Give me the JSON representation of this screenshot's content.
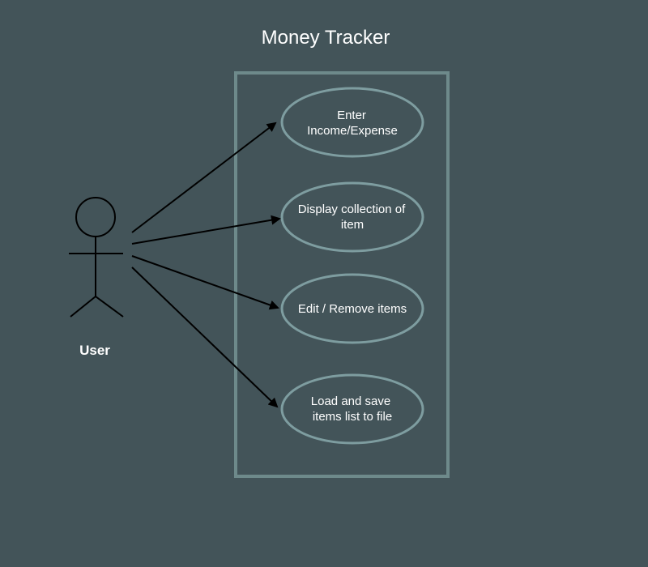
{
  "diagram": {
    "title": "Money Tracker",
    "actor": {
      "label": "User"
    },
    "use_cases": [
      {
        "id": "uc1",
        "lines": [
          "Enter",
          "Income/Expense"
        ]
      },
      {
        "id": "uc2",
        "lines": [
          "Display collection of",
          "item"
        ]
      },
      {
        "id": "uc3",
        "lines": [
          "Edit / Remove items"
        ]
      },
      {
        "id": "uc4",
        "lines": [
          "Load and save",
          "items list to file"
        ]
      }
    ],
    "associations": [
      {
        "from": "actor",
        "to": "uc1"
      },
      {
        "from": "actor",
        "to": "uc2"
      },
      {
        "from": "actor",
        "to": "uc3"
      },
      {
        "from": "actor",
        "to": "uc4"
      }
    ]
  },
  "colors": {
    "background": "#435459",
    "boundary": "#6e8a8b",
    "ellipse_stroke": "#7e9da0",
    "line": "#000000",
    "text": "#ffffff"
  }
}
